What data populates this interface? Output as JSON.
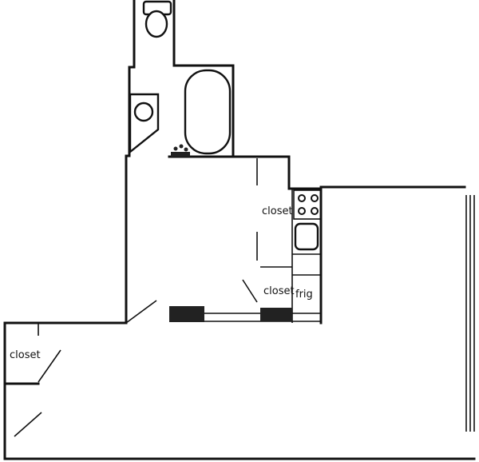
{
  "labels": {
    "closet_main": "closet",
    "closet_kitchen": "closet",
    "closet_left": "closet",
    "frig": "frig"
  }
}
